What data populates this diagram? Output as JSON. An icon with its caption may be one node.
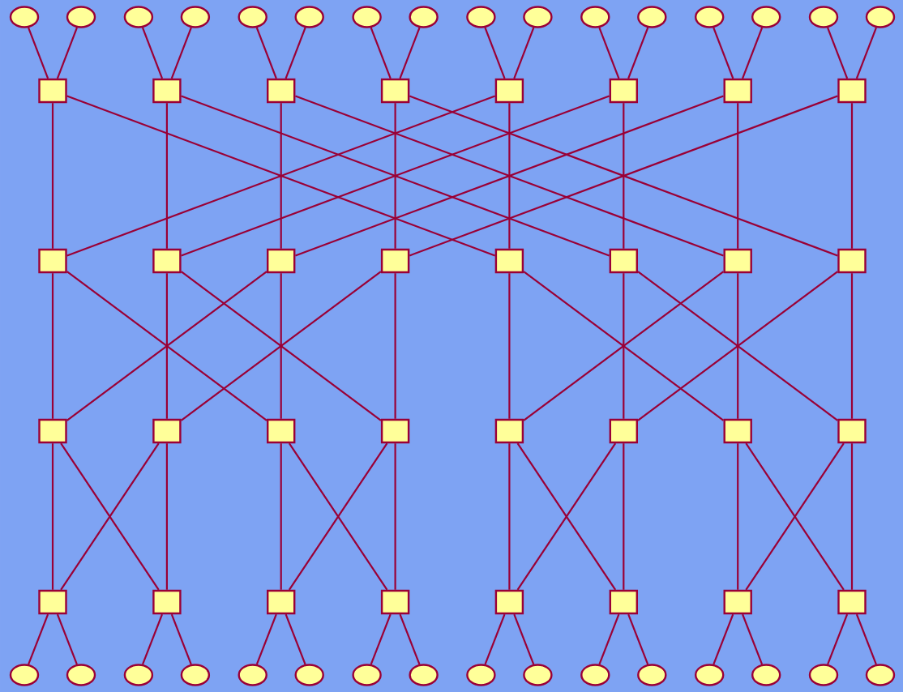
{
  "diagram": {
    "nodes": [
      {
        "text": [],
        "shape": "circle"
      },
      {
        "text": [],
        "shape": "circle"
      },
      {
        "text": [],
        "shape": "circle"
      },
      {
        "text": [],
        "shape": "circle"
      },
      {
        "text": [],
        "shape": "circle"
      },
      {
        "text": [],
        "shape": "circle"
      },
      {
        "text": [],
        "shape": "circle"
      },
      {
        "text": [],
        "shape": "circle"
      },
      {
        "text": [],
        "shape": "circle"
      },
      {
        "text": [],
        "shape": "circle"
      },
      {
        "text": [],
        "shape": "circle"
      },
      {
        "text": [],
        "shape": "circle"
      },
      {
        "text": [],
        "shape": "circle"
      },
      {
        "text": [],
        "shape": "circle"
      },
      {
        "text": [],
        "shape": "circle"
      },
      {
        "text": [],
        "shape": "circle"
      },
      {
        "text": [],
        "shape": "box"
      },
      {
        "text": [],
        "shape": "box"
      },
      {
        "text": [],
        "shape": "box"
      },
      {
        "text": [],
        "shape": "box"
      },
      {
        "text": [],
        "shape": "box"
      },
      {
        "text": [],
        "shape": "box"
      },
      {
        "text": [],
        "shape": "box"
      },
      {
        "text": [],
        "shape": "box"
      },
      {
        "text": [],
        "shape": "box"
      },
      {
        "text": [],
        "shape": "box"
      },
      {
        "text": [],
        "shape": "box"
      },
      {
        "text": [],
        "shape": "box"
      },
      {
        "text": [],
        "shape": "box"
      },
      {
        "text": [],
        "shape": "box"
      },
      {
        "text": [],
        "shape": "box"
      },
      {
        "text": [],
        "shape": "box"
      },
      {
        "text": [],
        "shape": "box"
      },
      {
        "text": [],
        "shape": "box"
      },
      {
        "text": [],
        "shape": "box"
      },
      {
        "text": [],
        "shape": "box"
      },
      {
        "text": [],
        "shape": "box"
      },
      {
        "text": [],
        "shape": "box"
      },
      {
        "text": [],
        "shape": "box"
      },
      {
        "text": [],
        "shape": "box"
      },
      {
        "text": [],
        "shape": "box"
      },
      {
        "text": [],
        "shape": "box"
      },
      {
        "text": [],
        "shape": "box"
      },
      {
        "text": [],
        "shape": "box"
      },
      {
        "text": [],
        "shape": "box"
      },
      {
        "text": [],
        "shape": "box"
      },
      {
        "text": [],
        "shape": "box"
      },
      {
        "text": [],
        "shape": "box"
      },
      {
        "text": [],
        "shape": "circle"
      },
      {
        "text": [],
        "shape": "circle"
      },
      {
        "text": [],
        "shape": "circle"
      },
      {
        "text": [],
        "shape": "circle"
      },
      {
        "text": [],
        "shape": "circle"
      },
      {
        "text": [],
        "shape": "circle"
      },
      {
        "text": [],
        "shape": "circle"
      },
      {
        "text": [],
        "shape": "circle"
      },
      {
        "text": [],
        "shape": "circle"
      },
      {
        "text": [],
        "shape": "circle"
      },
      {
        "text": [],
        "shape": "circle"
      },
      {
        "text": [],
        "shape": "circle"
      },
      {
        "text": [],
        "shape": "circle"
      },
      {
        "text": [],
        "shape": "circle"
      },
      {
        "text": [],
        "shape": "circle"
      },
      {
        "text": [],
        "shape": "circle"
      }
    ],
    "edges": [
      {
        "from": 0,
        "to": 16,
        "arrow": "none"
      },
      {
        "from": 1,
        "to": 16,
        "arrow": "none"
      },
      {
        "from": 2,
        "to": 17,
        "arrow": "none"
      },
      {
        "from": 3,
        "to": 17,
        "arrow": "none"
      },
      {
        "from": 4,
        "to": 18,
        "arrow": "none"
      },
      {
        "from": 5,
        "to": 18,
        "arrow": "none"
      },
      {
        "from": 6,
        "to": 19,
        "arrow": "none"
      },
      {
        "from": 7,
        "to": 19,
        "arrow": "none"
      },
      {
        "from": 8,
        "to": 20,
        "arrow": "none"
      },
      {
        "from": 9,
        "to": 20,
        "arrow": "none"
      },
      {
        "from": 10,
        "to": 21,
        "arrow": "none"
      },
      {
        "from": 11,
        "to": 21,
        "arrow": "none"
      },
      {
        "from": 12,
        "to": 22,
        "arrow": "none"
      },
      {
        "from": 13,
        "to": 22,
        "arrow": "none"
      },
      {
        "from": 14,
        "to": 23,
        "arrow": "none"
      },
      {
        "from": 15,
        "to": 23,
        "arrow": "none"
      },
      {
        "from": 16,
        "to": 24,
        "arrow": "none"
      },
      {
        "from": 16,
        "to": 28,
        "arrow": "none"
      },
      {
        "from": 17,
        "to": 25,
        "arrow": "none"
      },
      {
        "from": 17,
        "to": 29,
        "arrow": "none"
      },
      {
        "from": 18,
        "to": 26,
        "arrow": "none"
      },
      {
        "from": 18,
        "to": 30,
        "arrow": "none"
      },
      {
        "from": 19,
        "to": 27,
        "arrow": "none"
      },
      {
        "from": 19,
        "to": 31,
        "arrow": "none"
      },
      {
        "from": 20,
        "to": 28,
        "arrow": "none"
      },
      {
        "from": 20,
        "to": 24,
        "arrow": "none"
      },
      {
        "from": 21,
        "to": 29,
        "arrow": "none"
      },
      {
        "from": 21,
        "to": 25,
        "arrow": "none"
      },
      {
        "from": 22,
        "to": 30,
        "arrow": "none"
      },
      {
        "from": 22,
        "to": 26,
        "arrow": "none"
      },
      {
        "from": 23,
        "to": 31,
        "arrow": "none"
      },
      {
        "from": 23,
        "to": 27,
        "arrow": "none"
      },
      {
        "from": 24,
        "to": 32,
        "arrow": "none"
      },
      {
        "from": 24,
        "to": 34,
        "arrow": "none"
      },
      {
        "from": 25,
        "to": 33,
        "arrow": "none"
      },
      {
        "from": 25,
        "to": 35,
        "arrow": "none"
      },
      {
        "from": 26,
        "to": 34,
        "arrow": "none"
      },
      {
        "from": 26,
        "to": 32,
        "arrow": "none"
      },
      {
        "from": 27,
        "to": 35,
        "arrow": "none"
      },
      {
        "from": 27,
        "to": 33,
        "arrow": "none"
      },
      {
        "from": 28,
        "to": 36,
        "arrow": "none"
      },
      {
        "from": 28,
        "to": 38,
        "arrow": "none"
      },
      {
        "from": 29,
        "to": 37,
        "arrow": "none"
      },
      {
        "from": 29,
        "to": 39,
        "arrow": "none"
      },
      {
        "from": 30,
        "to": 38,
        "arrow": "none"
      },
      {
        "from": 30,
        "to": 36,
        "arrow": "none"
      },
      {
        "from": 31,
        "to": 39,
        "arrow": "none"
      },
      {
        "from": 31,
        "to": 37,
        "arrow": "none"
      },
      {
        "from": 32,
        "to": 40,
        "arrow": "none"
      },
      {
        "from": 32,
        "to": 41,
        "arrow": "none"
      },
      {
        "from": 33,
        "to": 41,
        "arrow": "none"
      },
      {
        "from": 33,
        "to": 40,
        "arrow": "none"
      },
      {
        "from": 34,
        "to": 42,
        "arrow": "none"
      },
      {
        "from": 34,
        "to": 43,
        "arrow": "none"
      },
      {
        "from": 35,
        "to": 43,
        "arrow": "none"
      },
      {
        "from": 35,
        "to": 42,
        "arrow": "none"
      },
      {
        "from": 36,
        "to": 44,
        "arrow": "none"
      },
      {
        "from": 36,
        "to": 45,
        "arrow": "none"
      },
      {
        "from": 37,
        "to": 45,
        "arrow": "none"
      },
      {
        "from": 37,
        "to": 44,
        "arrow": "none"
      },
      {
        "from": 38,
        "to": 46,
        "arrow": "none"
      },
      {
        "from": 38,
        "to": 47,
        "arrow": "none"
      },
      {
        "from": 39,
        "to": 47,
        "arrow": "none"
      },
      {
        "from": 39,
        "to": 46,
        "arrow": "none"
      },
      {
        "from": 40,
        "to": 48,
        "arrow": "none"
      },
      {
        "from": 40,
        "to": 49,
        "arrow": "none"
      },
      {
        "from": 41,
        "to": 50,
        "arrow": "none"
      },
      {
        "from": 41,
        "to": 51,
        "arrow": "none"
      },
      {
        "from": 42,
        "to": 52,
        "arrow": "none"
      },
      {
        "from": 42,
        "to": 53,
        "arrow": "none"
      },
      {
        "from": 43,
        "to": 54,
        "arrow": "none"
      },
      {
        "from": 43,
        "to": 55,
        "arrow": "none"
      },
      {
        "from": 44,
        "to": 56,
        "arrow": "none"
      },
      {
        "from": 44,
        "to": 57,
        "arrow": "none"
      },
      {
        "from": 45,
        "to": 58,
        "arrow": "none"
      },
      {
        "from": 45,
        "to": 59,
        "arrow": "none"
      },
      {
        "from": 46,
        "to": 60,
        "arrow": "none"
      },
      {
        "from": 46,
        "to": 61,
        "arrow": "none"
      },
      {
        "from": 47,
        "to": 62,
        "arrow": "none"
      },
      {
        "from": 47,
        "to": 63,
        "arrow": "none"
      }
    ]
  }
}
